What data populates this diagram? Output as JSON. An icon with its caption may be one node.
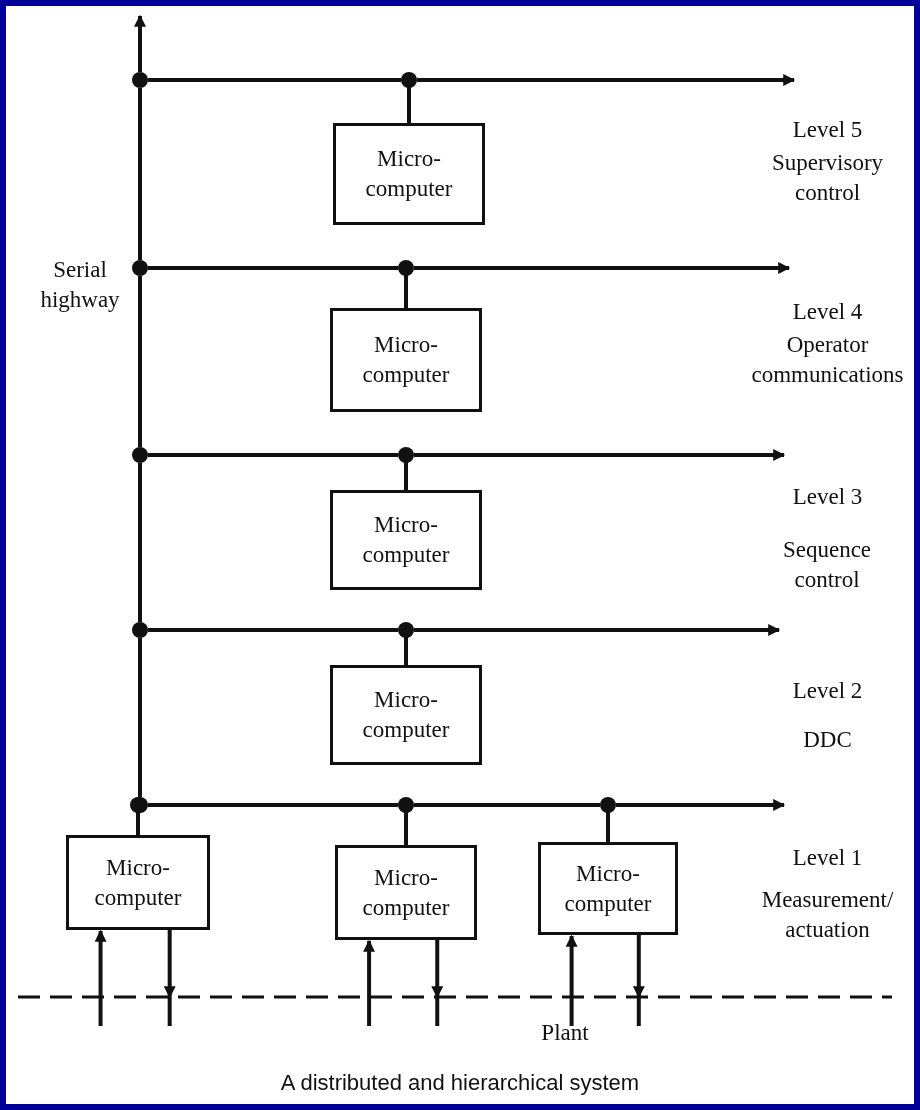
{
  "diagram": {
    "caption": "A distributed and hierarchical system",
    "nodes": [
      {
        "text": [],
        "shape": "bar",
        "beside": [
          "Serial highway"
        ]
      },
      {
        "text": [],
        "shape": "bar",
        "beside": [
          "Level 5",
          "Supervisory control"
        ]
      },
      {
        "text": [],
        "shape": "bar",
        "beside": [
          "Level 4",
          "Operator communications"
        ]
      },
      {
        "text": [],
        "shape": "bar",
        "beside": [
          "Level 3",
          "Sequence control"
        ]
      },
      {
        "text": [],
        "shape": "bar",
        "beside": [
          "Level 2",
          "DDC"
        ]
      },
      {
        "text": [],
        "shape": "bar",
        "beside": [
          "Level 1",
          "Measurement/ actuation"
        ]
      },
      {
        "text": [
          "Micro- computer"
        ]
      },
      {
        "text": [
          "Micro- computer"
        ]
      },
      {
        "text": [
          "Micro- computer"
        ]
      },
      {
        "text": [
          "Micro- computer"
        ]
      },
      {
        "text": [
          "Micro- computer"
        ]
      },
      {
        "text": [
          "Micro- computer"
        ]
      },
      {
        "text": [
          "Micro- computer"
        ]
      },
      {
        "text": [],
        "shape": "line",
        "beside": [
          "Plant"
        ]
      }
    ],
    "edges": [
      {
        "from": 0,
        "to": null,
        "arrow": "to"
      },
      {
        "from": 0,
        "to": 1,
        "arrow": "other"
      },
      {
        "from": 1,
        "to": null,
        "arrow": "to"
      },
      {
        "from": 1,
        "to": 6,
        "arrow": "other"
      },
      {
        "from": 0,
        "to": 2,
        "arrow": "other"
      },
      {
        "from": 2,
        "to": null,
        "arrow": "to"
      },
      {
        "from": 2,
        "to": 7,
        "arrow": "other"
      },
      {
        "from": 0,
        "to": 3,
        "arrow": "other"
      },
      {
        "from": 3,
        "to": null,
        "arrow": "to"
      },
      {
        "from": 3,
        "to": 8,
        "arrow": "other"
      },
      {
        "from": 0,
        "to": 4,
        "arrow": "other"
      },
      {
        "from": 4,
        "to": null,
        "arrow": "to"
      },
      {
        "from": 4,
        "to": 9,
        "arrow": "other"
      },
      {
        "from": 0,
        "to": 5,
        "arrow": "other"
      },
      {
        "from": 5,
        "to": null,
        "arrow": "to"
      },
      {
        "from": 5,
        "to": 10,
        "arrow": "other"
      },
      {
        "from": 5,
        "to": 11,
        "arrow": "other"
      },
      {
        "from": 5,
        "to": 12,
        "arrow": "other"
      },
      {
        "from": 13,
        "to": 10,
        "arrow": "to"
      },
      {
        "from": 10,
        "to": 13,
        "arrow": "to"
      },
      {
        "from": 13,
        "to": 11,
        "arrow": "to"
      },
      {
        "from": 11,
        "to": 13,
        "arrow": "to"
      },
      {
        "from": 13,
        "to": 12,
        "arrow": "to"
      },
      {
        "from": 12,
        "to": 13,
        "arrow": "to"
      }
    ]
  }
}
